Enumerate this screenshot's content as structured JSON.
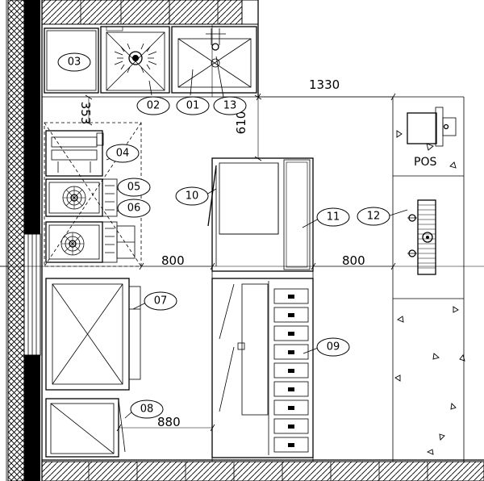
{
  "labels": {
    "l01": "01",
    "l02": "02",
    "l03": "03",
    "l04": "04",
    "l05": "05",
    "l06": "06",
    "l07": "07",
    "l08": "08",
    "l09": "09",
    "l10": "10",
    "l11": "11",
    "l12": "12",
    "l13": "13"
  },
  "dimensions": {
    "d1330": "1330",
    "d353": "353",
    "d610": "610",
    "d800_left": "800",
    "d800_right": "800",
    "d880": "880"
  },
  "pos": "POS"
}
